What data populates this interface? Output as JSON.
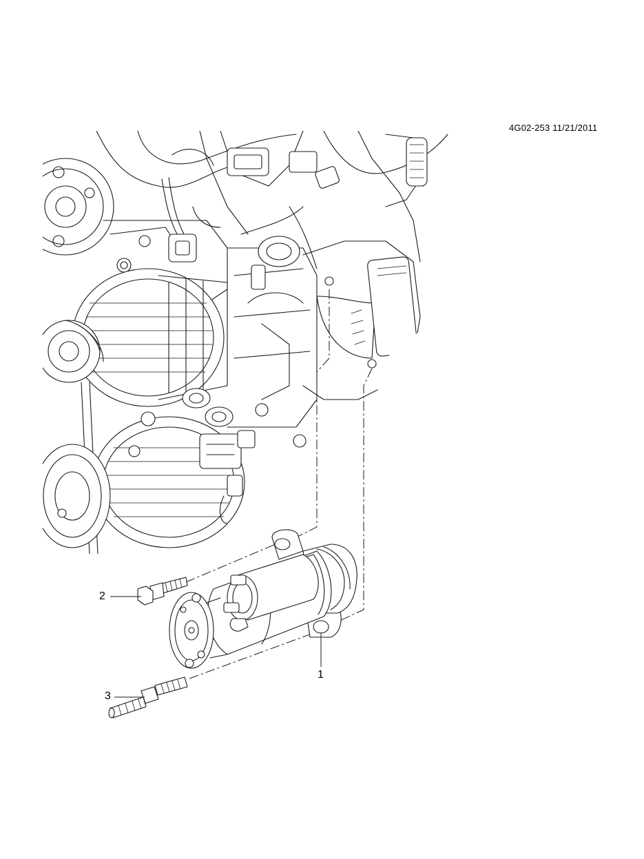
{
  "reference": "4G02-253 11/21/2011",
  "callouts": [
    {
      "id": "1",
      "label": "1"
    },
    {
      "id": "2",
      "label": "2"
    },
    {
      "id": "3",
      "label": "3"
    }
  ]
}
